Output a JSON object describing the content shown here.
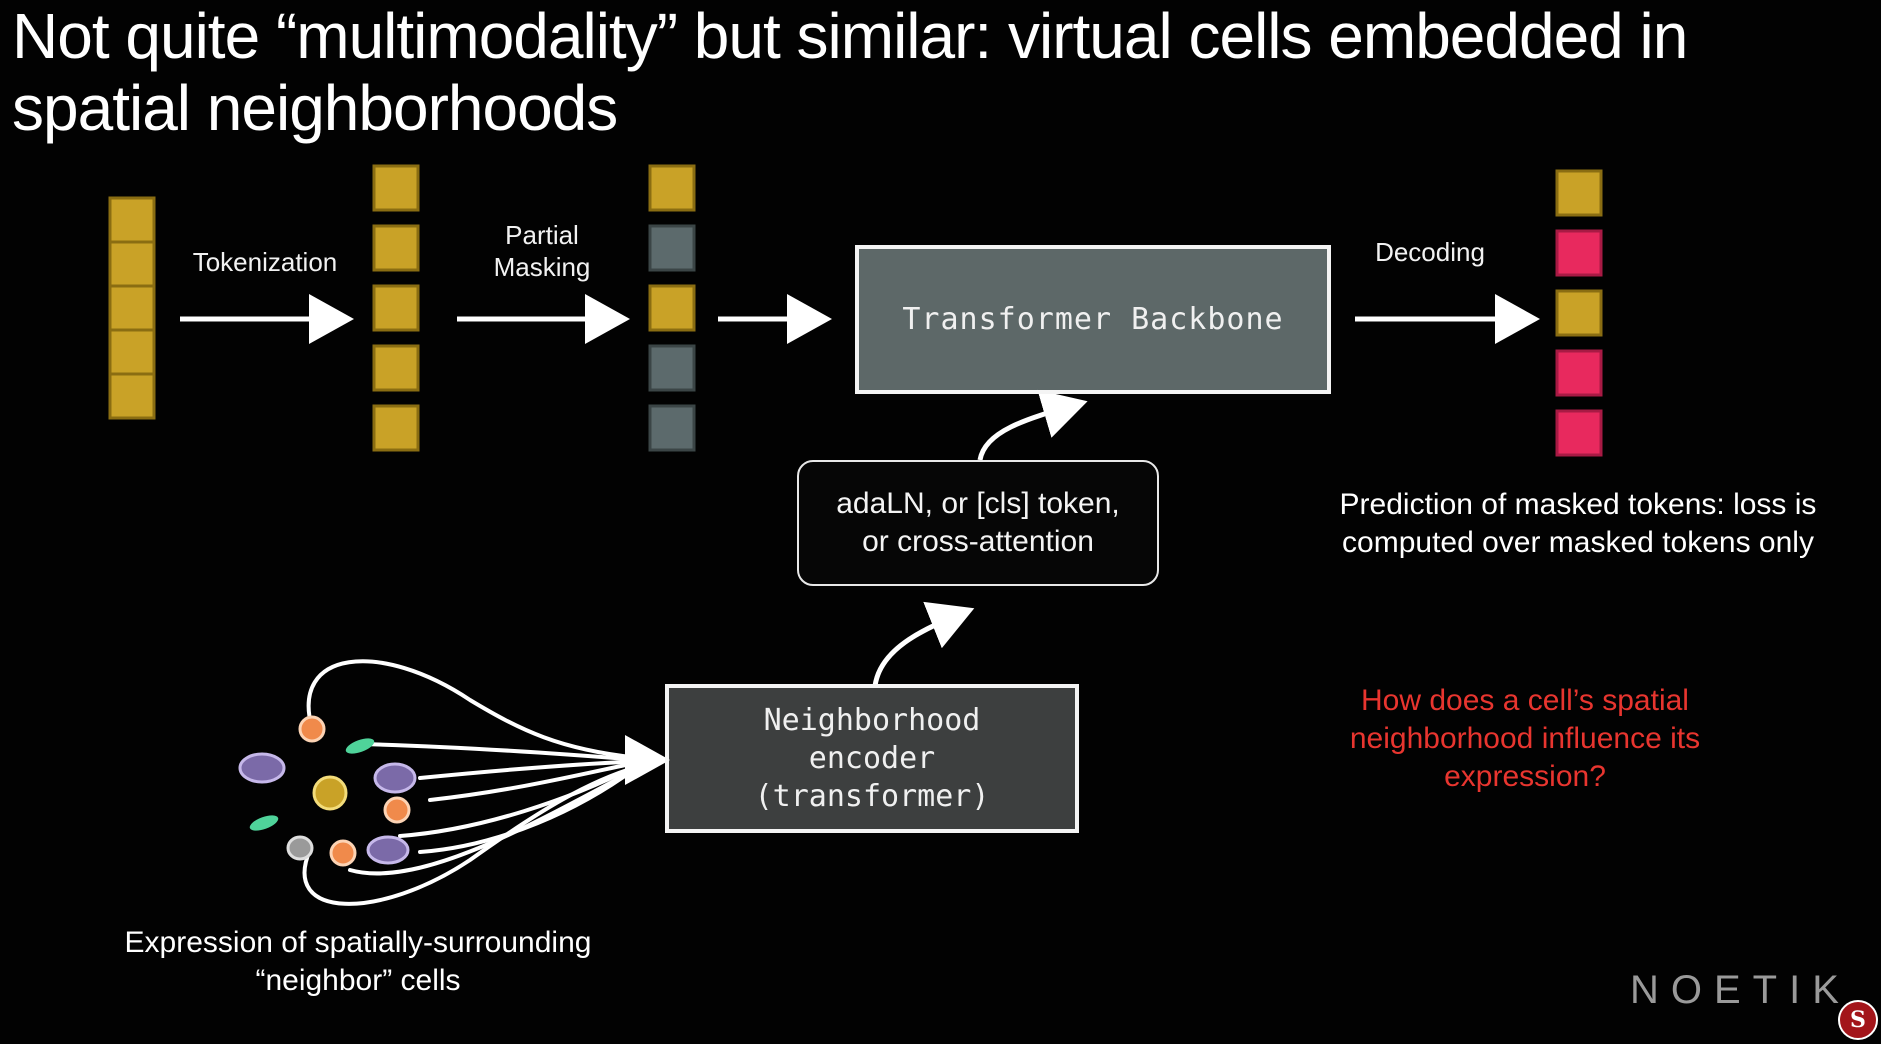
{
  "title": "Not quite “multimodality” but similar: virtual cells embedded in spatial neighborhoods",
  "labels": {
    "tokenization": "Tokenization",
    "partial_masking": "Partial Masking",
    "decoding": "Decoding"
  },
  "boxes": {
    "transformer": "Transformer Backbone",
    "conditioning": "adaLN, or [cls] token, or cross-attention",
    "encoder": "Neighborhood encoder (transformer)"
  },
  "notes": {
    "prediction": "Prediction of masked tokens: loss is computed over masked tokens only",
    "question": "How does a cell’s spatial neighborhood influence its expression?",
    "neighbors": "Expression of spatially-surrounding “neighbor” cells"
  },
  "logo": "NOETIK",
  "seal_letter": "S",
  "colors": {
    "gold": "#c9a227",
    "masked": "#5c6a6c",
    "pink": "#e8295e",
    "box_gray": "#5d6868",
    "encoder_gray": "#3d3f3f",
    "question_red": "#e8352f"
  },
  "token_columns": {
    "input": [
      "gold",
      "gold",
      "gold",
      "gold",
      "gold"
    ],
    "tokenized": [
      "gold",
      "gold",
      "gold",
      "gold",
      "gold"
    ],
    "masked": [
      "gold",
      "masked",
      "gold",
      "masked",
      "masked"
    ],
    "decoded": [
      "gold",
      "pink",
      "gold",
      "pink",
      "pink"
    ]
  }
}
